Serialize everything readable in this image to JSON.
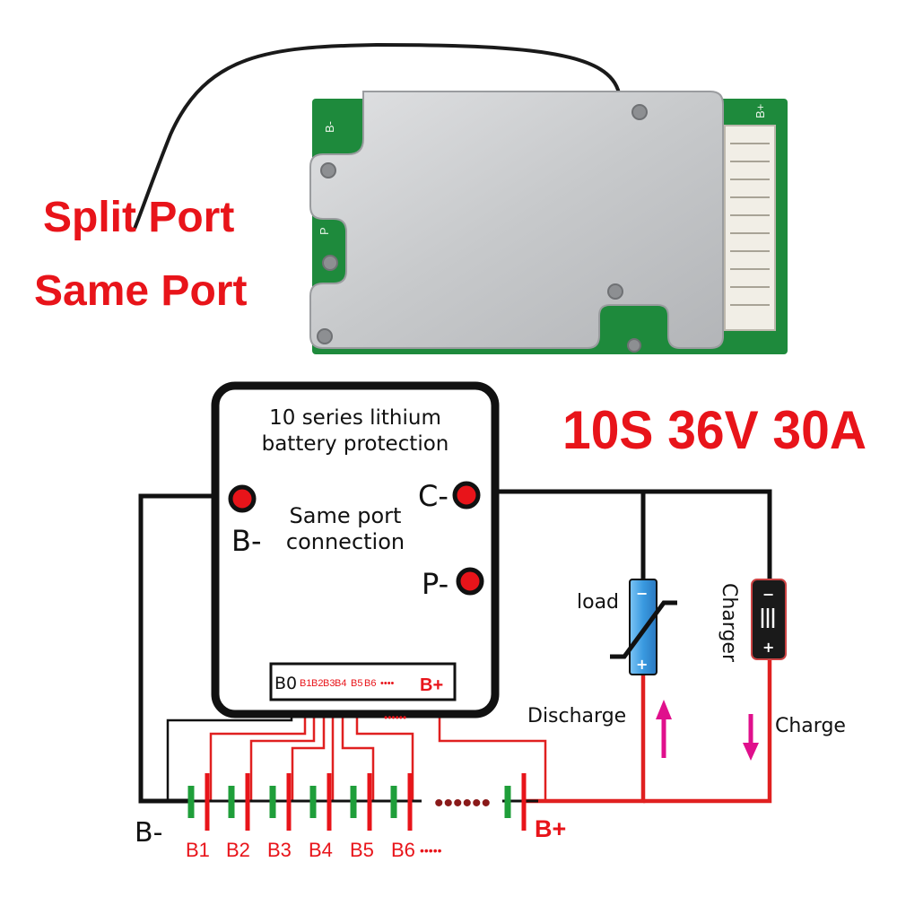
{
  "headline": {
    "split_port": "Split Port",
    "same_port": "Same Port",
    "spec": "10S 36V 30A"
  },
  "board": {
    "silk_b_minus": "B-",
    "silk_p": "P",
    "silk_b_plus": "B+"
  },
  "module": {
    "title_line1": "10 series lithium",
    "title_line2": "battery protection",
    "note_line1": "Same port",
    "note_line2": "connection",
    "pin_b_minus": "B-",
    "pin_c_minus": "C-",
    "pin_p_minus": "P-",
    "conn_b0": "B0",
    "conn_small": [
      "B1",
      "B2",
      "B3",
      "B4",
      "B5",
      "B6"
    ],
    "conn_dots": "••••",
    "conn_b_plus": "B+"
  },
  "load": {
    "label": "load",
    "minus": "−",
    "plus": "+",
    "flow_label": "Discharge"
  },
  "charger": {
    "label": "Charger",
    "minus": "−",
    "plus": "+",
    "flow_label": "Charge"
  },
  "cells": {
    "b_minus": "B-",
    "b_plus": "B+",
    "labels": [
      "B1",
      "B2",
      "B3",
      "B4",
      "B5",
      "B6"
    ],
    "tail_dots": "•••••",
    "ellipsis": "••••••"
  },
  "colors": {
    "accent": "#e8141a",
    "wire_black": "#111111",
    "wire_red": "#e02020",
    "cell_green": "#1f9e3a",
    "load_blue": "#3a9ae0",
    "arrow_magenta": "#e0108c",
    "pcb_green": "#1e8a3c",
    "plate_silver": "#c9cbcd"
  }
}
